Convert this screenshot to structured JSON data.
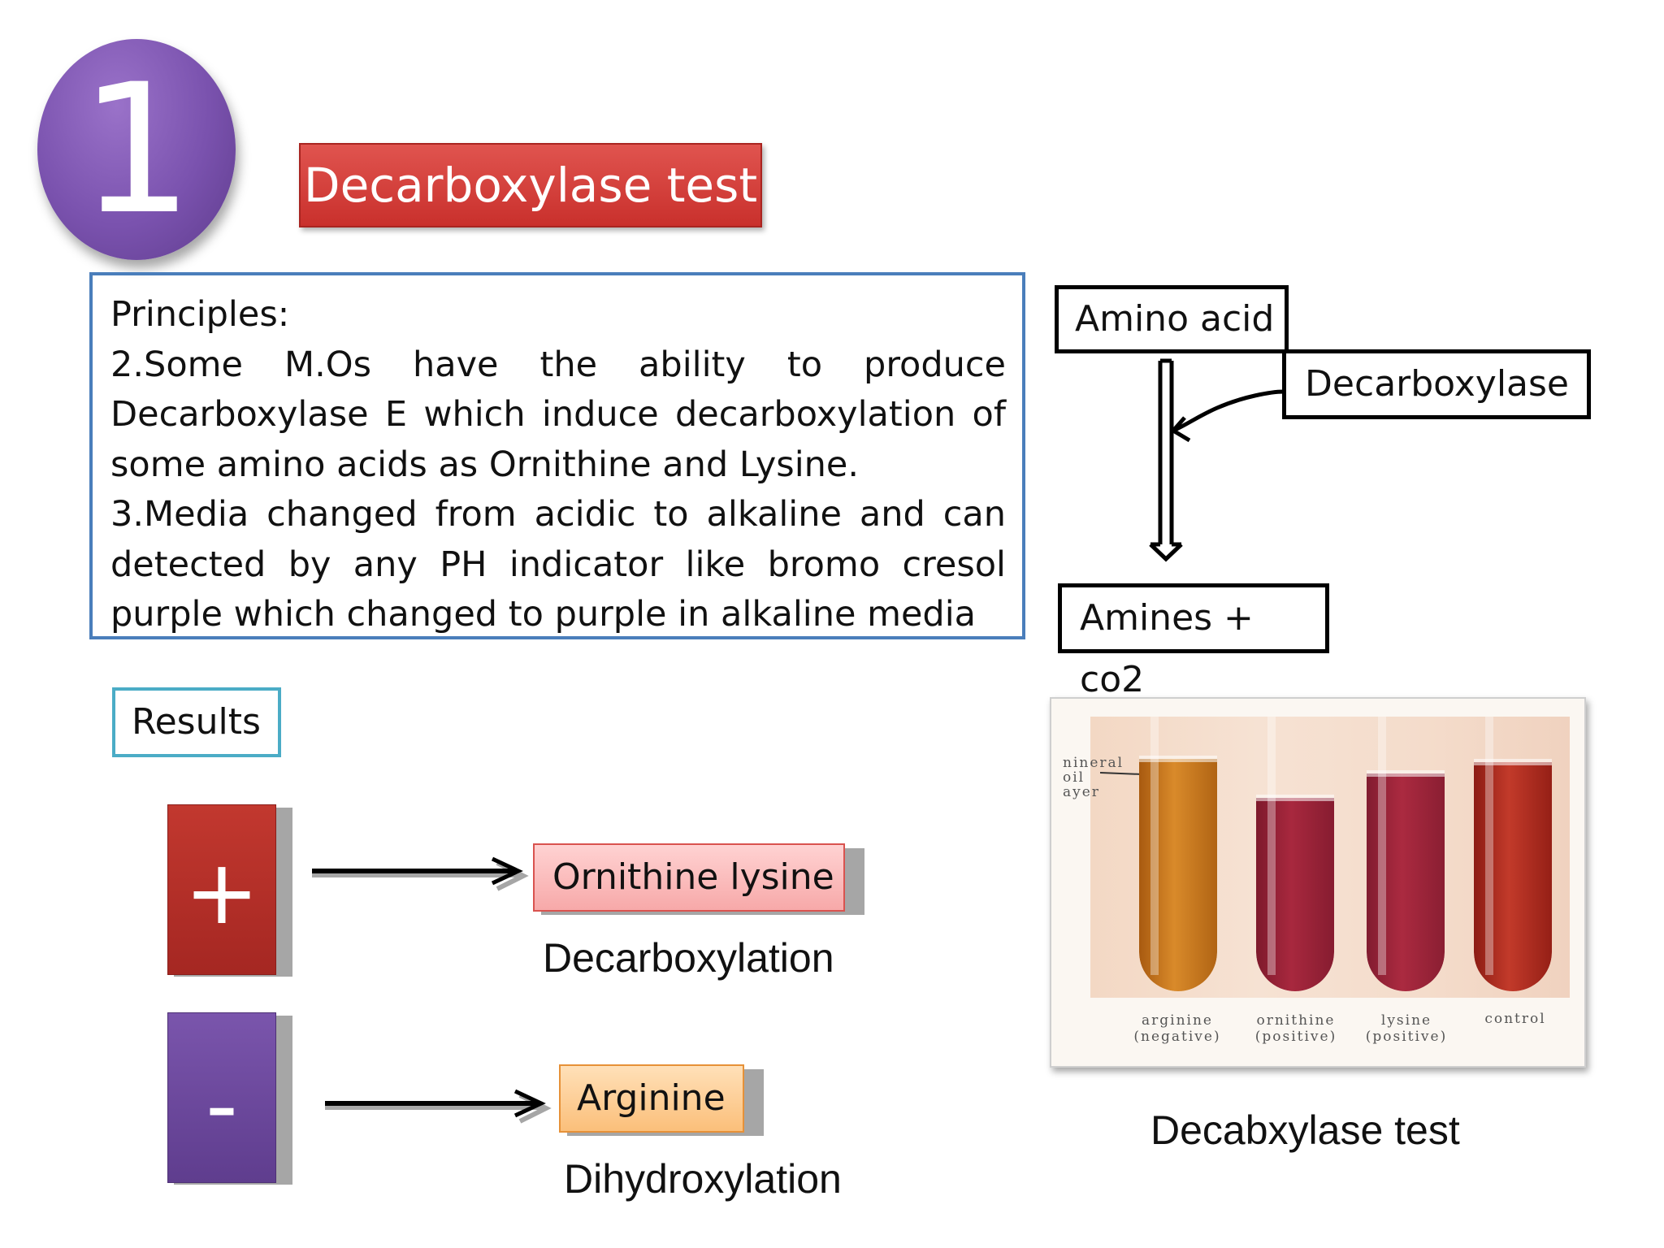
{
  "slide": {
    "number": "1",
    "title": "Decarboxylase test"
  },
  "principles": {
    "heading": "Principles:",
    "point2_line1": "2.Some M.Os have the ability to produce",
    "point2_line2": "Decarboxylase E which induce decarboxylation of",
    "point2_line3": "some amino acids as Ornithine and Lysine.",
    "point3_line1": "3.Media changed from acidic to alkaline and can",
    "point3_line2": "detected by any PH indicator like bromo cresol",
    "point3_line3": "purple which changed to purple in alkaline media"
  },
  "diagram": {
    "substrate": "Amino acid",
    "enzyme": "Decarboxylase",
    "product": "Amines + co2"
  },
  "results": {
    "heading": "Results",
    "positive": {
      "sign": "+",
      "amino_acids": "Ornithine lysine",
      "reaction": "Decarboxylation",
      "color": "#b3302a"
    },
    "negative": {
      "sign": "-",
      "amino_acids": "Arginine",
      "reaction": "Dihydroxylation",
      "color": "#6b4a9c"
    }
  },
  "photo": {
    "oil_label": [
      "nineral",
      "oil",
      "ayer"
    ],
    "tubes": [
      {
        "name": "arginine",
        "result": "(negative)",
        "color": "#c8741a"
      },
      {
        "name": "ornithine",
        "result": "(positive)",
        "color": "#9e2236"
      },
      {
        "name": "lysine",
        "result": "(positive)",
        "color": "#a0243a"
      },
      {
        "name": "control",
        "result": "",
        "color": "#b22a22"
      }
    ],
    "caption": "Decabxylase test"
  }
}
